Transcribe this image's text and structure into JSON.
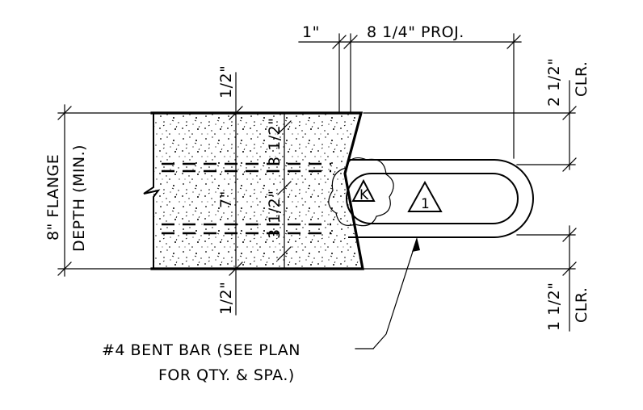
{
  "dimensions": {
    "cover_1in": "1\"",
    "projection": "8 1/4\" PROJ.",
    "top_clear": "2 1/2\"",
    "top_clear_tag": "CLR.",
    "bottom_clear": "1 1/2\"",
    "bottom_clear_tag": "CLR.",
    "half_top": "1/2\"",
    "half_bottom": "1/2\"",
    "seven": "7\"",
    "three_half_upper": "3 1/2\"",
    "three_half_lower": "3 1/2\""
  },
  "flange": {
    "line1": "8\" FLANGE",
    "line2": "DEPTH (MIN.)"
  },
  "tags": {
    "k_mark": "K",
    "one_mark": "1"
  },
  "callout": {
    "line1": "#4 BENT BAR (SEE PLAN",
    "line2": "FOR QTY. & SPA.)"
  }
}
